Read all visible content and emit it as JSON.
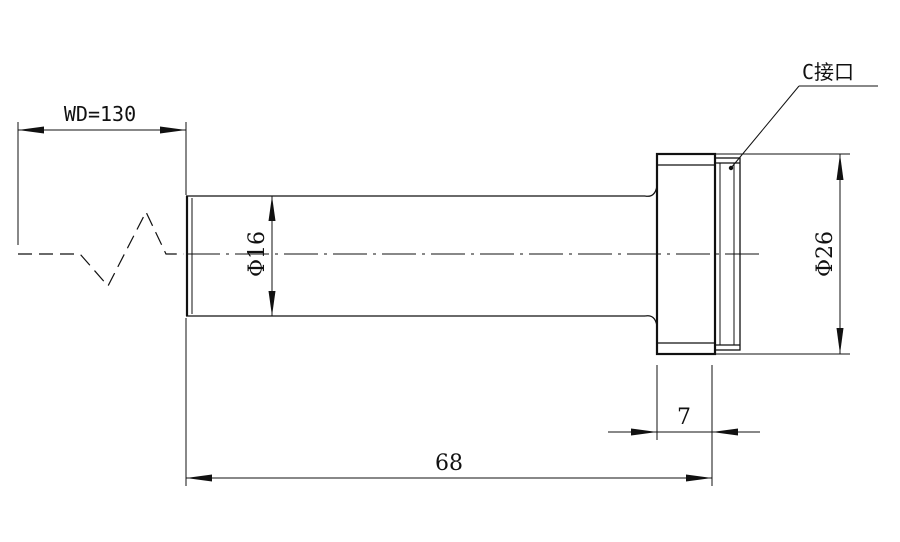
{
  "labels": {
    "working_distance": "WD=130",
    "shaft_diameter": "Φ16",
    "flange_diameter": "Φ26",
    "flange_width": "7",
    "overall_length": "68",
    "interface": "C接口"
  }
}
